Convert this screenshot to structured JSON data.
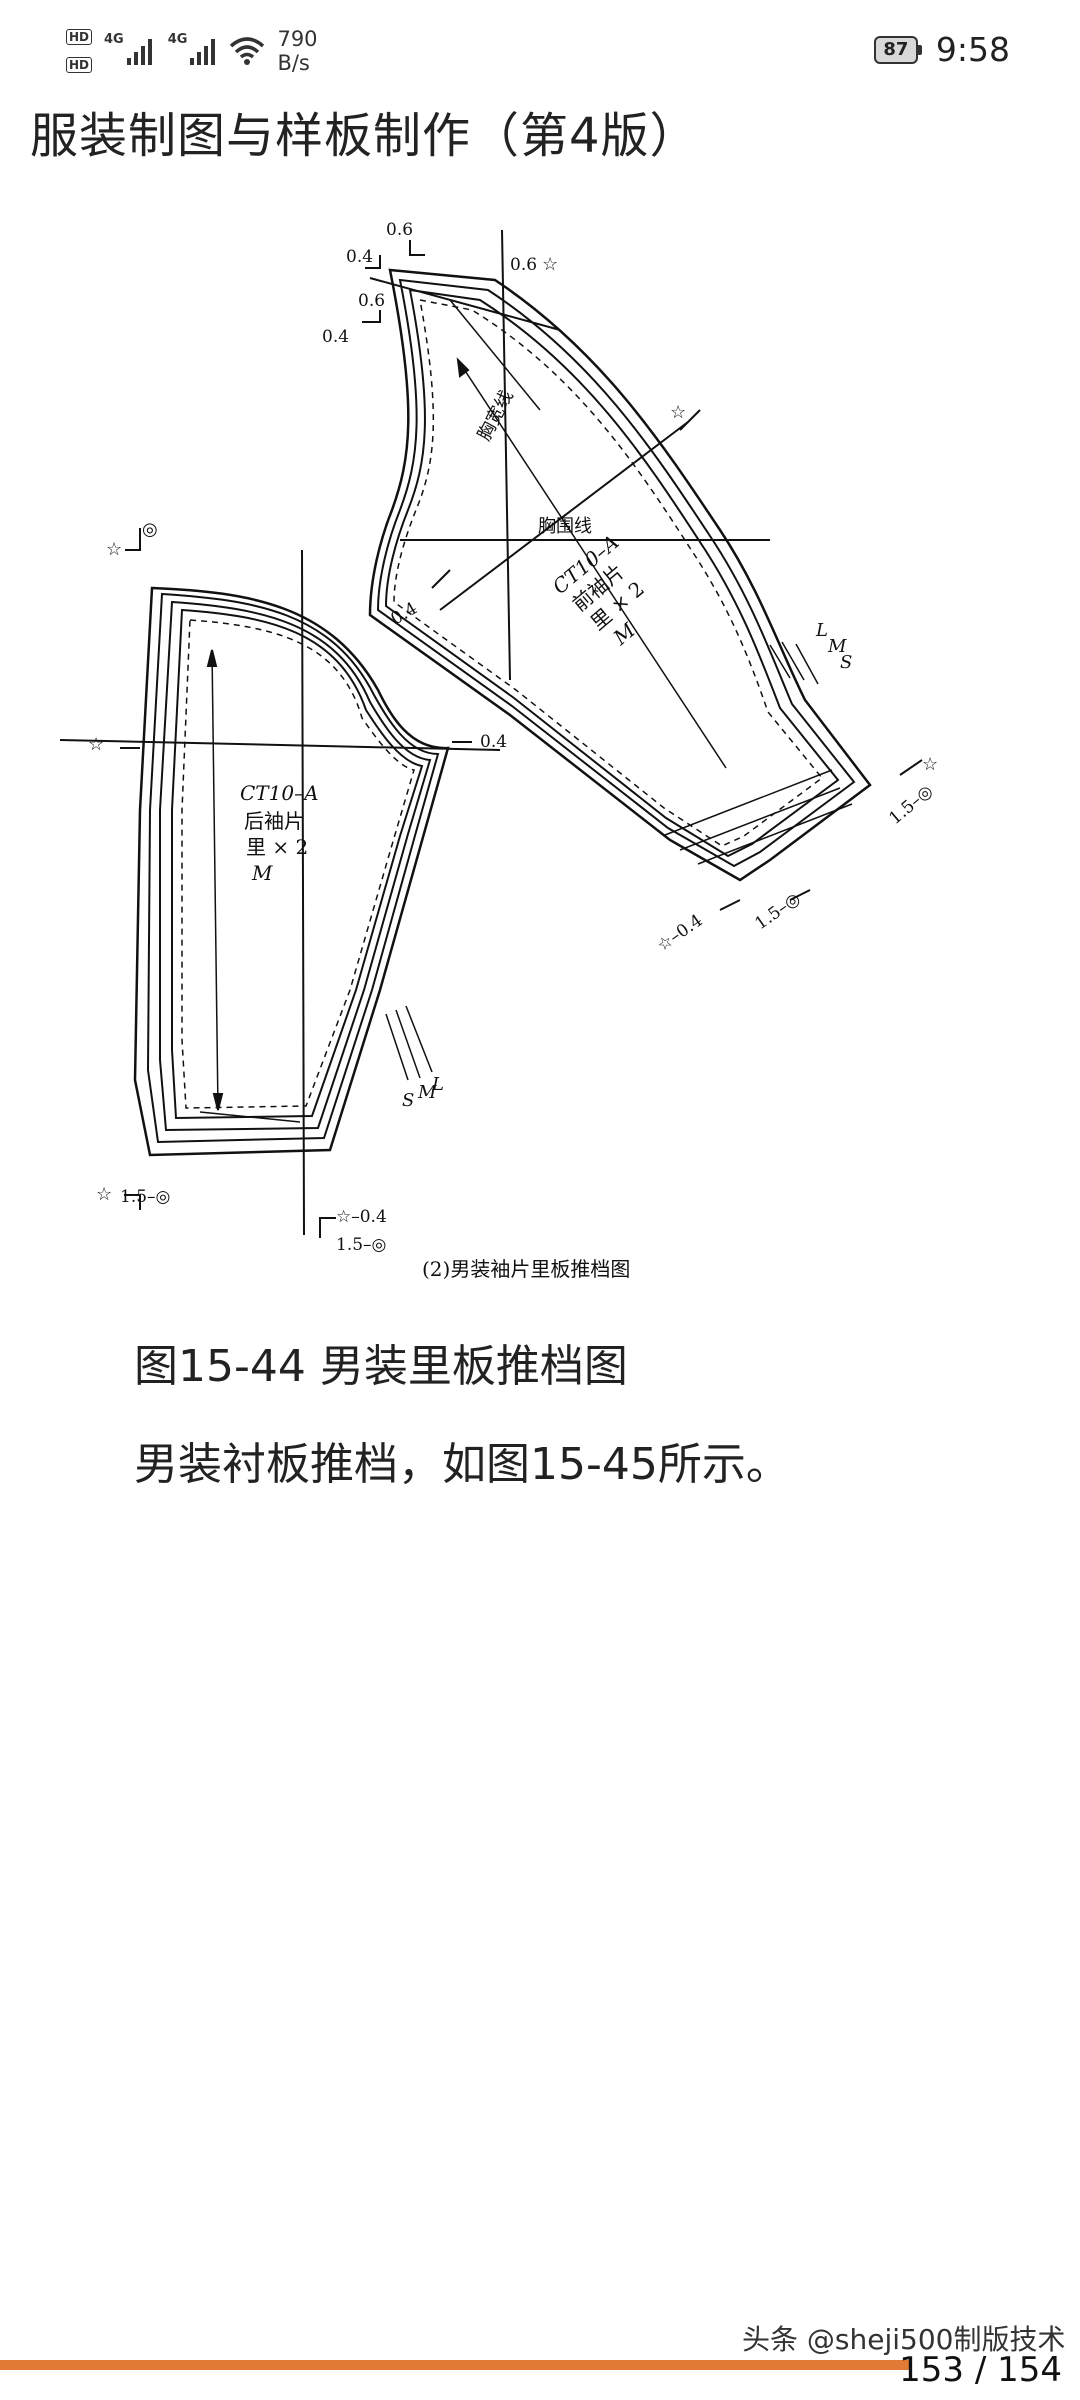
{
  "status_bar": {
    "hd_1": "HD",
    "hd_2": "HD",
    "net_1": "4G",
    "net_2": "4G",
    "speed_value": "790",
    "speed_unit": "B/s",
    "battery": "87",
    "time": "9:58"
  },
  "book": {
    "title": "服装制图与样板制作（第4版）"
  },
  "figure": {
    "back_sleeve": {
      "line1": "CT10–A",
      "line2": "后袖片",
      "line3": "里 × 2",
      "line4": "M"
    },
    "front_sleeve": {
      "line1": "CT10–A",
      "line2": "前袖片",
      "line3": "里 × 2",
      "line4": "M"
    },
    "chest_width_line": "胸宽线",
    "chest_line": "胸围线",
    "marks": {
      "m06_a": "0.6",
      "m04_a": "0.4",
      "m06_b": "0.6",
      "m04_b": "0.4",
      "m06_c": "0.6",
      "m04_d": "0.4",
      "m04_e": "0.4",
      "m15_a": "1.5–◎",
      "m15_b": "1.5–◎",
      "m15_c": "1.5–◎",
      "m15_d": "1.5–◎",
      "m04_f": "☆–0.4",
      "m04_g": "☆–0.4"
    },
    "size_labels": {
      "l": "L",
      "m": "M",
      "s": "S"
    },
    "sub_caption": "(2)男装袖片里板推档图"
  },
  "body": {
    "figure_caption": "图15-44 男装里板推档图",
    "paragraph": "男装衬板推档，如图15-45所示。"
  },
  "footer": {
    "watermark": "头条 @sheji500制版技术",
    "page": "153 / 154"
  },
  "colors": {
    "progress": "#e07a34"
  }
}
